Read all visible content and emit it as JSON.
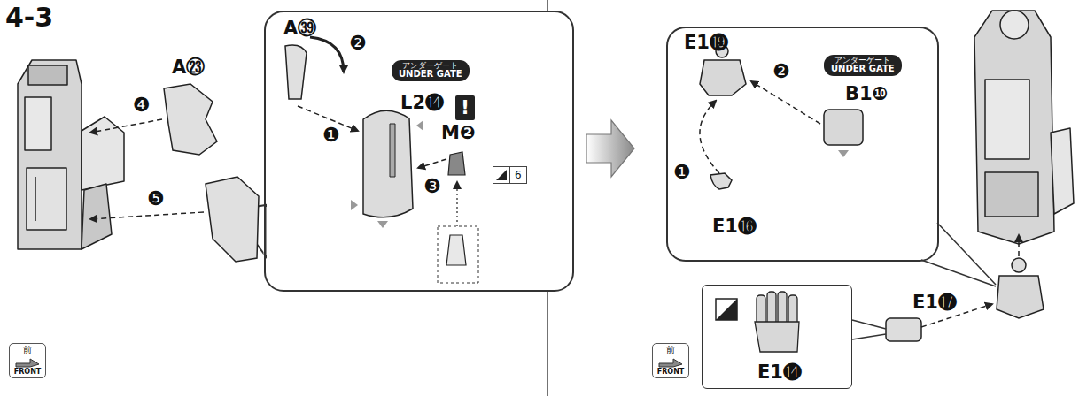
{
  "diagram": {
    "nodes": [
      {
        "text": [
          "A㊴",
          "L2⓮",
          "M❷"
        ]
      },
      {
        "text": [
          "アンダーゲート",
          "UNDER GATE"
        ],
        "in": 0
      },
      {
        "text": [
          "!"
        ],
        "in": 0
      },
      {
        "text": [
          "6"
        ],
        "in": 0
      },
      {
        "text": [
          "前",
          "FRONT"
        ]
      },
      {
        "text": [
          "E1⓳",
          "B1❿",
          "E1⓰"
        ]
      },
      {
        "text": [
          "アンダーゲート",
          "UNDER GATE"
        ],
        "in": 5
      },
      {
        "text": [
          "E1⓮"
        ]
      },
      {
        "text": [
          "前",
          "FRONT"
        ]
      }
    ],
    "labels": [
      "4-3",
      "❷",
      "❶",
      "❸",
      "A㉓",
      "❹",
      "❺",
      "❶",
      "❷",
      "E1⓱"
    ]
  }
}
